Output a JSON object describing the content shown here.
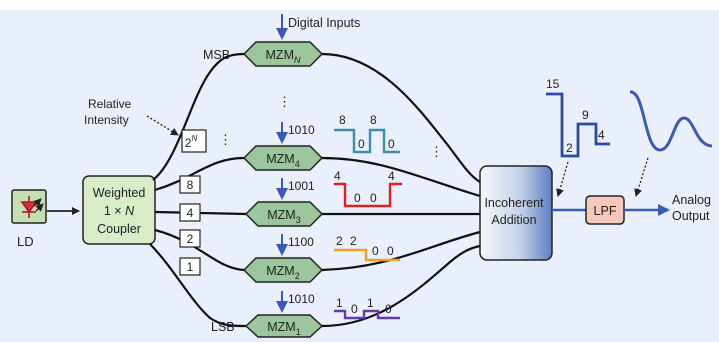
{
  "labels": {
    "ld": "LD",
    "coupler_line1": "Weighted",
    "coupler_line2": "1 × ",
    "coupler_line2_var": "N",
    "coupler_line3": "Coupler",
    "digital_inputs": "Digital Inputs",
    "msb": "MSB",
    "lsb": "LSB",
    "relative_line1": "Relative",
    "relative_line2": "Intensity",
    "incoherent_line1": "Incoherent",
    "incoherent_line2": "Addition",
    "lpf": "LPF",
    "analog_line1": "Analog",
    "analog_line2": "Output",
    "dots_v": "⋮"
  },
  "weights": {
    "w_top_base": "2",
    "w_top_exp": "N",
    "w8": "8",
    "w4": "4",
    "w2": "2",
    "w1": "1"
  },
  "modulators": {
    "mzmN": {
      "base": "MZM",
      "sub": "N"
    },
    "mzm4": {
      "base": "MZM",
      "sub": "4",
      "code": "1010"
    },
    "mzm3": {
      "base": "MZM",
      "sub": "3",
      "code": "1001"
    },
    "mzm2": {
      "base": "MZM",
      "sub": "2",
      "code": "1100"
    },
    "mzm1": {
      "base": "MZM",
      "sub": "1",
      "code": "1010"
    }
  },
  "waveforms": {
    "teal": {
      "color": "#3d8fa6",
      "v1": "8",
      "v2": "0",
      "v3": "8",
      "v4": "0"
    },
    "red": {
      "color": "#e02020",
      "v1": "4",
      "v2": "0",
      "v3": "0",
      "v4": "4"
    },
    "orange": {
      "color": "#f0a020",
      "v1": "2",
      "v2": "2",
      "v3": "0",
      "v4": "0"
    },
    "purple": {
      "color": "#6a3aa8",
      "v1": "1",
      "v2": "0",
      "v3": "1",
      "v4": "0"
    },
    "sum": {
      "color": "#2a4aa8",
      "v1": "15",
      "v2": "2",
      "v3": "9",
      "v4": "4"
    },
    "analog": {
      "color": "#3a5ab8"
    }
  },
  "colors": {
    "mzm_fill": "#9cc79c",
    "mzm_stroke": "#2a2a2a",
    "coupler_fill": "#d8ecc8",
    "lpf_fill": "#f5c8bc",
    "arrow_blue": "#3a5ab8"
  }
}
